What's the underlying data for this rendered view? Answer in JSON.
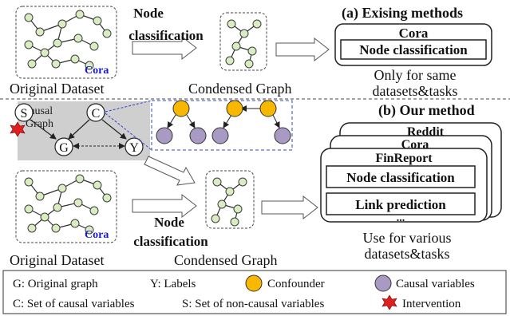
{
  "colors": {
    "node_fill": "#d9ecc4",
    "confounder": "#f8b800",
    "causal_variable": "#a99ac4",
    "intervention": "#e02020",
    "cora_label": "#1a1acc",
    "causal_box": "#cfcfcf",
    "dashed_link": "#3344cc"
  },
  "top": {
    "title": "(a) Exising methods",
    "original_label": "Original Dataset",
    "cora_tag": "Cora",
    "arrow_label_1": "Node",
    "arrow_label_2": "classification",
    "condensed_label": "Condensed Graph",
    "card_title": "Cora",
    "card_task": "Node classification",
    "note_1": "Only for same",
    "note_2": "datasets&tasks"
  },
  "bottom": {
    "title": "(b) Our method",
    "causal_graph_label_1": "Causal",
    "causal_graph_label_2": "Graph",
    "node_s": "S",
    "node_c": "C",
    "node_g": "G",
    "node_y": "Y",
    "original_label": "Original Dataset",
    "cora_tag": "Cora",
    "arrow_label_1": "Node",
    "arrow_label_2": "classification",
    "condensed_label": "Condensed Graph",
    "stack_titles": [
      "Reddit",
      "Cora",
      "FinReport"
    ],
    "task_1": "Node classification",
    "task_2": "Link prediction",
    "ellipsis": "...",
    "note_1": "Use for various",
    "note_2": "datasets&tasks"
  },
  "legend": {
    "g": "G: Original graph",
    "y": "Y: Labels",
    "confounder": "Confounder",
    "causal": "Causal variables",
    "c": "C: Set of causal variables",
    "s": "S: Set of non-causal variables",
    "intervention": "Intervention"
  }
}
